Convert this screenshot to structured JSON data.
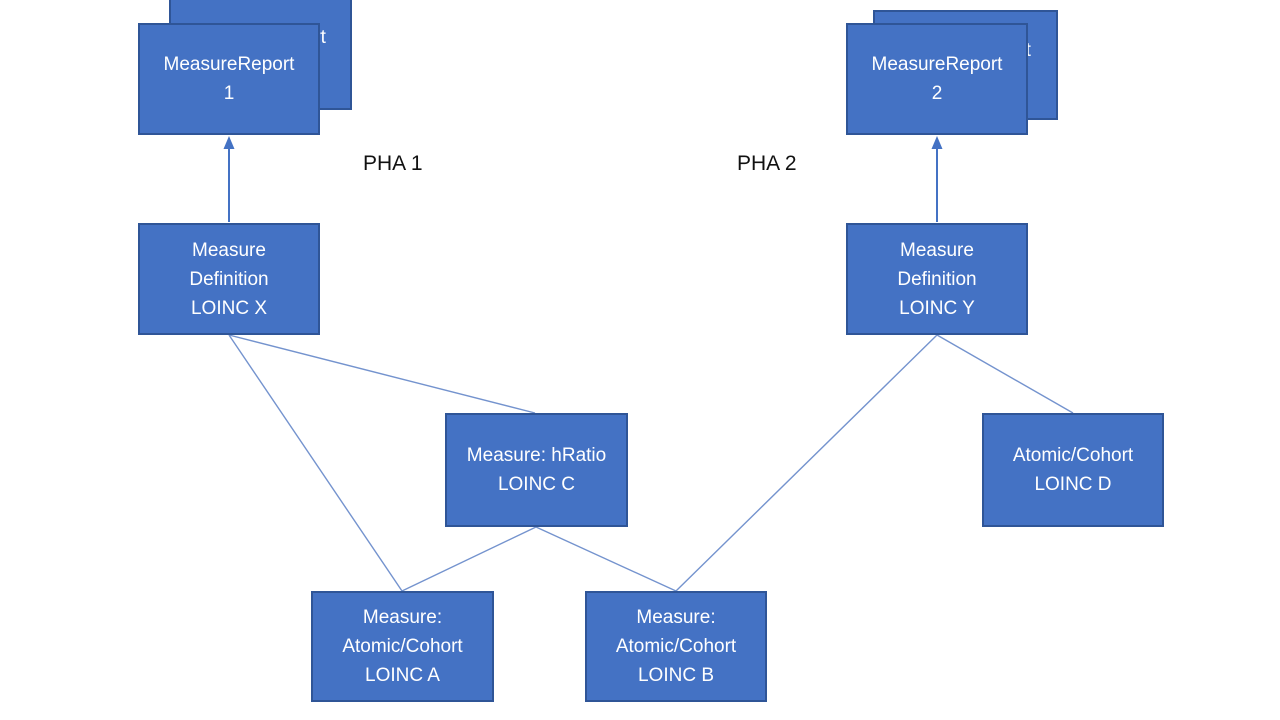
{
  "diagram": {
    "colors": {
      "box_fill": "#4472C4",
      "box_border": "#2F5597",
      "connector_line": "#7493CE",
      "arrow": "#4472C4",
      "box_text": "#FFFFFF",
      "region_label_text": "#111111",
      "background": "#FFFFFF"
    },
    "region_labels": {
      "pha_1": "PHA 1",
      "pha_2": "PHA 2"
    },
    "nodes": {
      "measure_report_1_back": {
        "line1": "MeasureReport",
        "line2": "1"
      },
      "measure_report_1": {
        "line1": "MeasureReport",
        "line2": "1"
      },
      "measure_report_2_back": {
        "line1": "MeasureReport",
        "line2": "2"
      },
      "measure_report_2": {
        "line1": "MeasureReport",
        "line2": "2"
      },
      "measure_definition_x": {
        "line1": "Measure",
        "line2": "Definition",
        "line3": "LOINC X"
      },
      "measure_definition_y": {
        "line1": "Measure",
        "line2": "Definition",
        "line3": "LOINC Y"
      },
      "measure_hratio_c": {
        "line1": "Measure: hRatio",
        "line2": "LOINC C"
      },
      "atomic_cohort_d": {
        "line1": "Atomic/Cohort",
        "line2": "LOINC D"
      },
      "measure_atomic_a": {
        "line1": "Measure:",
        "line2": "Atomic/Cohort",
        "line3": "LOINC A"
      },
      "measure_atomic_b": {
        "line1": "Measure:",
        "line2": "Atomic/Cohort",
        "line3": "LOINC B"
      }
    },
    "edges": [
      {
        "from": "measure_definition_x",
        "to": "measure_report_1",
        "type": "arrow"
      },
      {
        "from": "measure_definition_y",
        "to": "measure_report_2",
        "type": "arrow"
      },
      {
        "from": "measure_definition_x",
        "to": "measure_hratio_c",
        "type": "line"
      },
      {
        "from": "measure_definition_x",
        "to": "measure_atomic_a",
        "type": "line"
      },
      {
        "from": "measure_hratio_c",
        "to": "measure_atomic_a",
        "type": "line"
      },
      {
        "from": "measure_hratio_c",
        "to": "measure_atomic_b",
        "type": "line"
      },
      {
        "from": "measure_definition_y",
        "to": "measure_atomic_b",
        "type": "line"
      },
      {
        "from": "measure_definition_y",
        "to": "atomic_cohort_d",
        "type": "line"
      }
    ]
  }
}
